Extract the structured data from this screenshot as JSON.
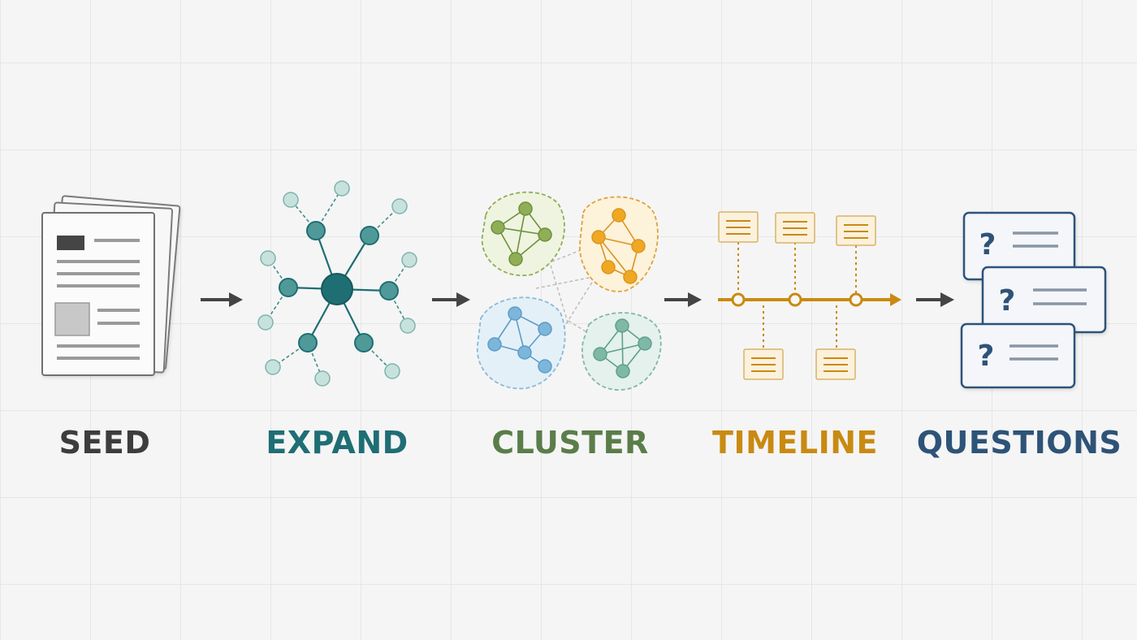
{
  "stages": [
    {
      "key": "seed",
      "label": "SEED",
      "color": "#3d3d3d"
    },
    {
      "key": "expand",
      "label": "EXPAND",
      "color": "#1f6e74"
    },
    {
      "key": "cluster",
      "label": "CLUSTER",
      "color": "#5a7d4a"
    },
    {
      "key": "timeline",
      "label": "TIMELINE",
      "color": "#c98a12"
    },
    {
      "key": "questions",
      "label": "QUESTIONS",
      "color": "#2e5378"
    }
  ],
  "colors": {
    "arrow": "#444444",
    "expand_hub": "#1f6e74",
    "expand_inner": "#4f9a98",
    "expand_outer": "#b9dbd6",
    "cluster_green": "#8fae56",
    "cluster_orange": "#f0a823",
    "cluster_blue": "#7db6db",
    "cluster_teal": "#7fb8a6",
    "timeline": "#c98a12",
    "question_border": "#2e5378"
  },
  "icons": {
    "seed": "document-stack-icon",
    "expand": "network-graph-icon",
    "cluster": "graph-clusters-icon",
    "timeline": "timeline-icon",
    "questions": "question-cards-icon",
    "question_mark": "?"
  }
}
